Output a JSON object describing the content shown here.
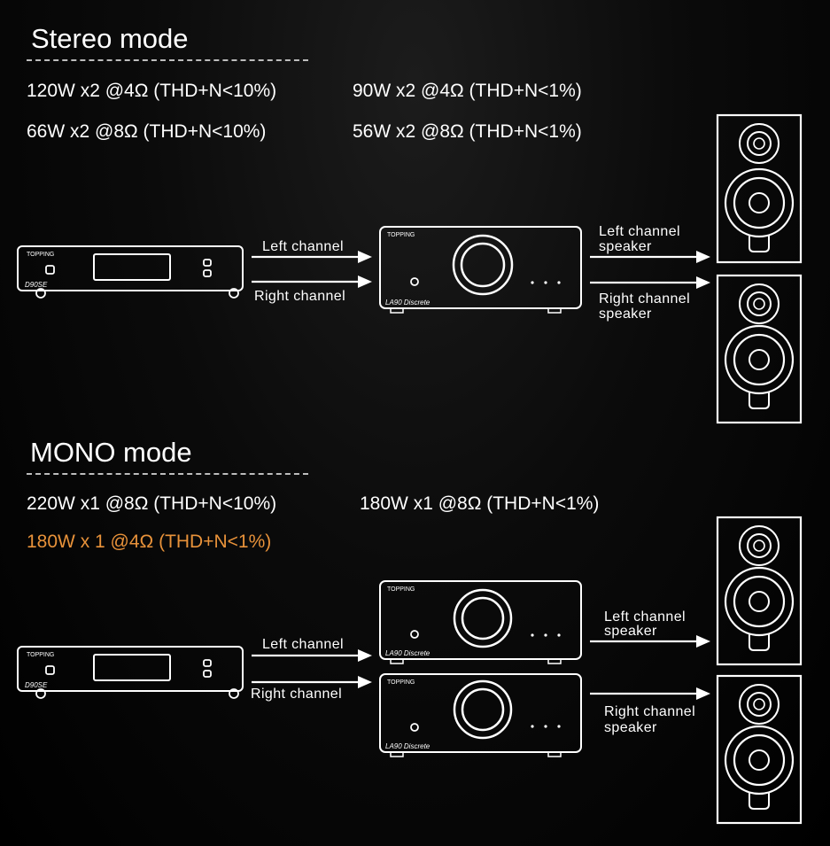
{
  "stereo": {
    "heading": "Stereo mode",
    "specs": [
      "120W x2 @4Ω  (THD+N<10%)",
      "90W x2 @4Ω  (THD+N<1%)",
      "66W x2 @8Ω  (THD+N<10%)",
      "56W x2 @8Ω (THD+N<1%)"
    ],
    "labels": {
      "left_channel": "Left channel",
      "right_channel": "Right channel",
      "left_speaker_1": "Left channel",
      "left_speaker_2": "speaker",
      "right_speaker_1": "Right channel",
      "right_speaker_2": "speaker"
    }
  },
  "mono": {
    "heading": "MONO mode",
    "specs": [
      "220W x1 @8Ω (THD+N<10%)",
      "180W x1 @8Ω (THD+N<1%)",
      "180W x 1 @4Ω (THD+N<1%)"
    ],
    "labels": {
      "left_channel": "Left channel",
      "right_channel": "Right channel",
      "left_speaker_1": "Left channel",
      "left_speaker_2": "speaker",
      "right_speaker_1": "Right channel",
      "right_speaker_2": "speaker"
    }
  },
  "devices": {
    "dac_brand": "TOPPING",
    "dac_model": "D90SE",
    "amp_brand": "TOPPING",
    "amp_model": "LA90 Discrete"
  },
  "colors": {
    "highlight": "#e8923a",
    "line": "#ffffff",
    "dash": "#bdbdbd"
  }
}
